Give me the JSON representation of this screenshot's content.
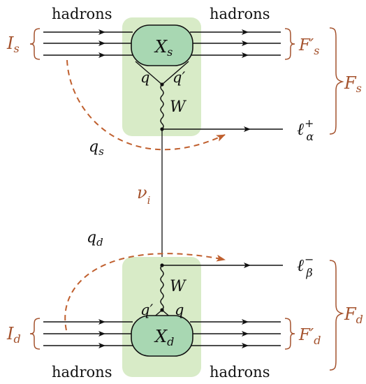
{
  "colors": {
    "accent": "#a4522d",
    "vertex_box": "#d8ebc7",
    "blob_fill": "#a8d7b2",
    "blob_stroke": "#111111",
    "line": "#111111"
  },
  "top": {
    "hadrons_left": "hadrons",
    "hadrons_right": "hadrons",
    "initial_main": "I",
    "initial_sub": "s",
    "blob_main": "X",
    "blob_sub": "s",
    "final_prime_main": "F′",
    "final_prime_sub": "s",
    "quark_left": "q",
    "quark_right": "q′",
    "boson": "W",
    "lepton_main": "ℓ",
    "lepton_super": "+",
    "lepton_sub": "α",
    "momentum_main": "q",
    "momentum_sub": "s"
  },
  "right_bracket_top": {
    "main": "F",
    "sub": "s"
  },
  "neutrino": {
    "main": "ν",
    "sub": "i"
  },
  "bottom": {
    "hadrons_left": "hadrons",
    "hadrons_right": "hadrons",
    "initial_main": "I",
    "initial_sub": "d",
    "blob_main": "X",
    "blob_sub": "d",
    "final_prime_main": "F′",
    "final_prime_sub": "d",
    "quark_left": "q′",
    "quark_right": "q",
    "boson": "W",
    "lepton_main": "ℓ",
    "lepton_super": "−",
    "lepton_sub": "β",
    "momentum_main": "q",
    "momentum_sub": "d"
  },
  "right_bracket_bottom": {
    "main": "F",
    "sub": "d"
  }
}
